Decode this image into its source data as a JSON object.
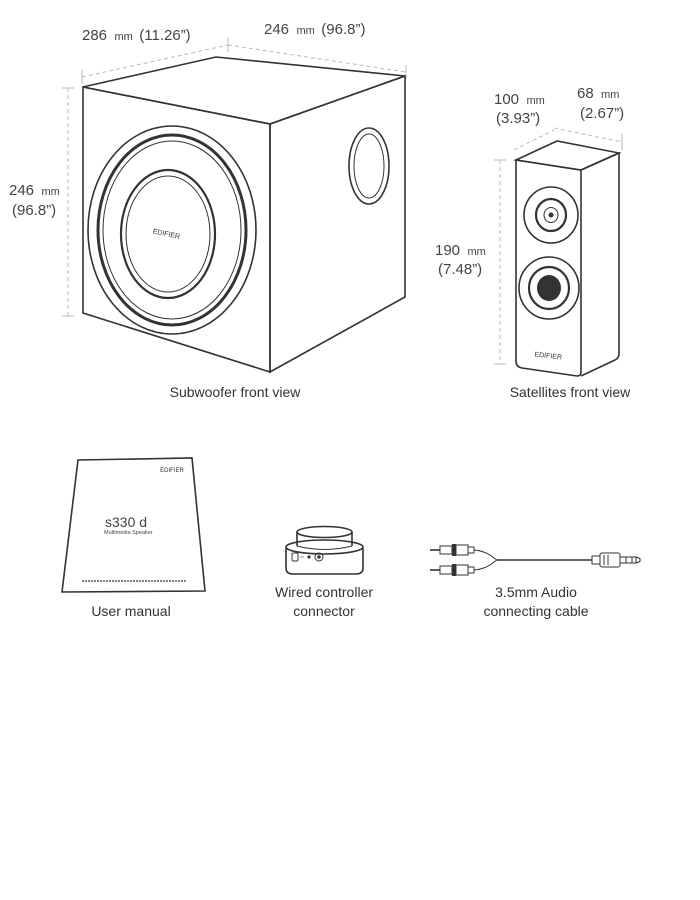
{
  "subwoofer": {
    "caption": "Subwoofer front view",
    "depth_value": "286",
    "depth_unit": "mm",
    "depth_inch": "(11.26”)",
    "width_value": "246",
    "width_unit": "mm",
    "width_inch": "(96.8”)",
    "height_value": "246",
    "height_unit": "mm",
    "height_inch": "(96.8”)",
    "brand": "EDIFIER"
  },
  "satellites": {
    "caption": "Satellites front view",
    "depth_value": "100",
    "depth_unit": "mm",
    "depth_inch": "(3.93”)",
    "width_value": "68",
    "width_unit": "mm",
    "width_inch": "(2.67”)",
    "height_value": "190",
    "height_unit": "mm",
    "height_inch": "(7.48”)",
    "brand": "EDIFIER"
  },
  "manual": {
    "caption": "User manual",
    "brand": "EDIFIER",
    "model": "s330 d",
    "subtitle": "Multimedia Speaker"
  },
  "controller": {
    "caption_line1": "Wired controller",
    "caption_line2": "connector"
  },
  "cable": {
    "caption_line1": "3.5mm Audio",
    "caption_line2": "connecting cable"
  }
}
